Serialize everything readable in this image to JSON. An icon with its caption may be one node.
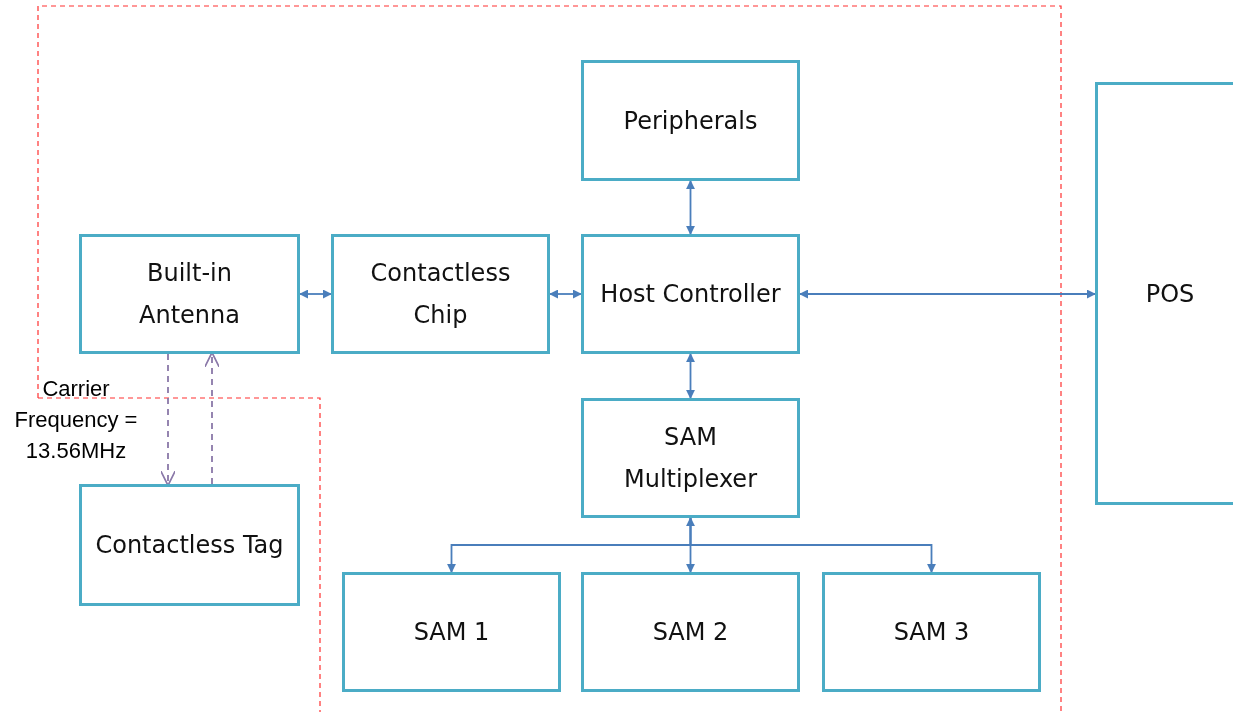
{
  "diagram": {
    "nodes": [
      {
        "text": [
          "Peripherals"
        ]
      },
      {
        "text": [
          "Built-in Antenna"
        ]
      },
      {
        "text": [
          "Contactless Chip"
        ]
      },
      {
        "text": [
          "Host Controller"
        ]
      },
      {
        "text": [
          "POS"
        ]
      },
      {
        "text": [
          "Contactless Tag"
        ]
      },
      {
        "text": [
          "SAM Multiplexer"
        ]
      },
      {
        "text": [
          "SAM 1"
        ]
      },
      {
        "text": [
          "SAM 2"
        ]
      },
      {
        "text": [
          "SAM 3"
        ]
      }
    ],
    "edges": [
      {
        "from": 3,
        "to": 0,
        "arrow": "both"
      },
      {
        "from": 2,
        "to": 1,
        "arrow": "both"
      },
      {
        "from": 3,
        "to": 2,
        "arrow": "both"
      },
      {
        "from": 3,
        "to": 4,
        "arrow": "both"
      },
      {
        "from": 1,
        "to": 5,
        "arrow": "to",
        "style": "dashed",
        "color": "#8a78a8"
      },
      {
        "from": 5,
        "to": 1,
        "arrow": "to",
        "style": "dashed",
        "color": "#8a78a8"
      },
      {
        "from": 3,
        "to": 6,
        "arrow": "both"
      },
      {
        "from": 6,
        "to": 7,
        "arrow": "to"
      },
      {
        "from": 6,
        "to": 8,
        "arrow": "both"
      },
      {
        "from": 6,
        "to": 9,
        "arrow": "to"
      }
    ],
    "labels": [
      "Carrier Frequency = 13.56MHz"
    ]
  }
}
